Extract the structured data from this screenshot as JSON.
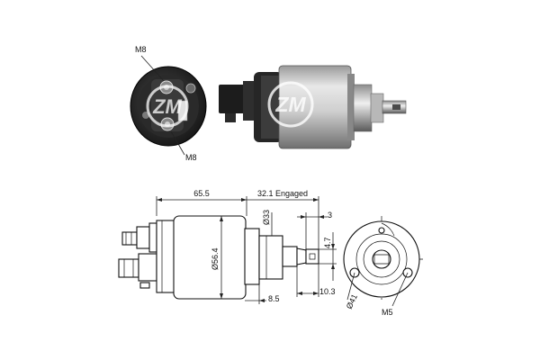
{
  "photo_labels": {
    "thread_top": "M8",
    "thread_bottom": "M8"
  },
  "watermark_text": "ZM",
  "dimensions": {
    "total_length": "65.5",
    "engaged": "32.1 Engaged",
    "dia_body": "Ø56.4",
    "dia_collar": "Ø33",
    "offset_3": "3",
    "plunger_4_7": "4.7",
    "plunger_10_3": "10.3",
    "flange_8_5": "8.5",
    "dia_bolt_circle": "Ø41",
    "thread_m5": "M5"
  },
  "colors": {
    "ink": "#111111",
    "metal_light": "#d9d9d9",
    "metal_mid": "#a8a8a8",
    "metal_dark": "#3a3a3a",
    "watermark": "#ffffff"
  }
}
